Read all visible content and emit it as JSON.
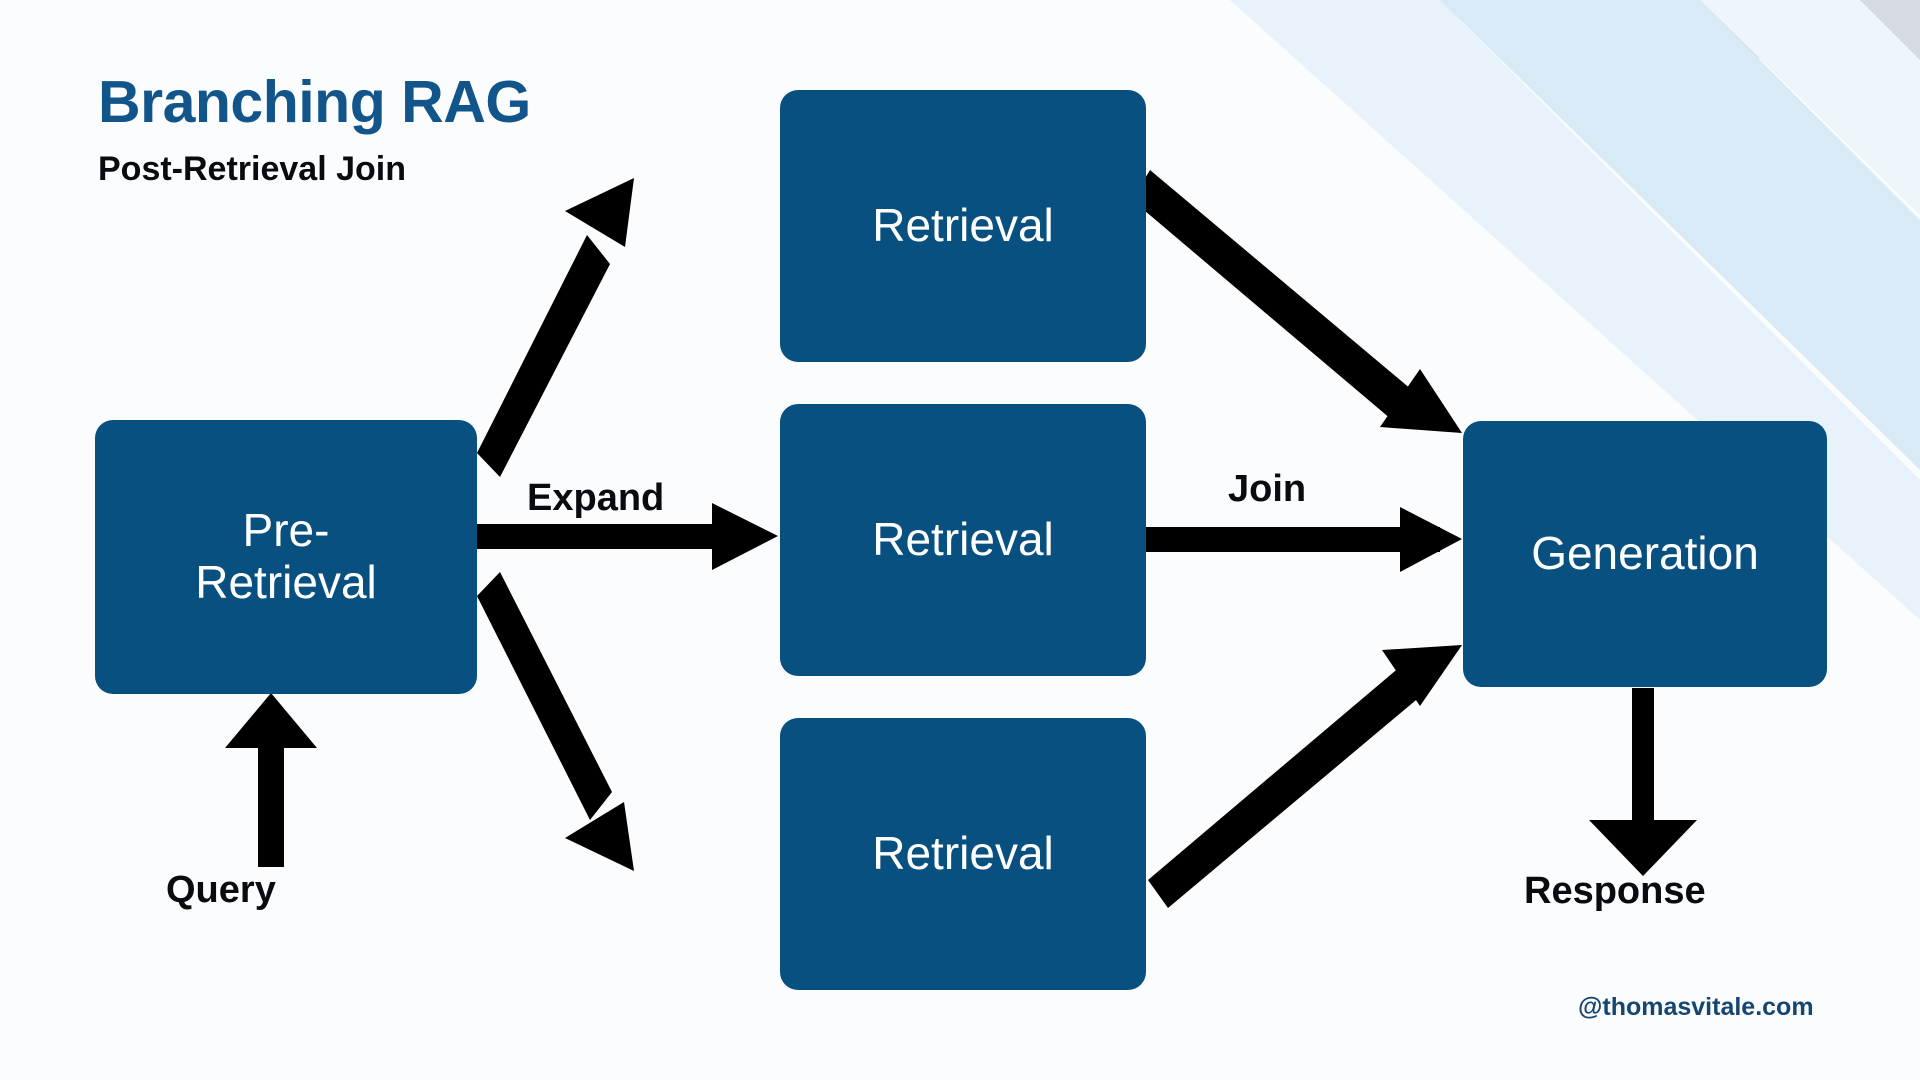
{
  "title": {
    "main": "Branching RAG",
    "sub": "Post-Retrieval Join"
  },
  "nodes": [
    {
      "id": "pre-retrieval",
      "label": "Pre-\nRetrieval"
    },
    {
      "id": "retrieval-1",
      "label": "Retrieval"
    },
    {
      "id": "retrieval-2",
      "label": "Retrieval"
    },
    {
      "id": "retrieval-3",
      "label": "Retrieval"
    },
    {
      "id": "generation",
      "label": "Generation"
    }
  ],
  "node_labels": {
    "pre_retrieval_line1": "Pre-",
    "pre_retrieval_line2": "Retrieval",
    "retrieval_1": "Retrieval",
    "retrieval_2": "Retrieval",
    "retrieval_3": "Retrieval",
    "generation": "Generation"
  },
  "edge_labels": {
    "expand": "Expand",
    "join": "Join"
  },
  "io_labels": {
    "query": "Query",
    "response": "Response"
  },
  "watermark": "@thomasvitale.com",
  "colors": {
    "background": "#fbfcfd",
    "node_fill": "#08507f",
    "node_text": "#ffffff",
    "title_blue": "#12558a",
    "label_black": "#080c10",
    "arrow_magenta": "#a514569",
    "ribbon_light": "#e4f0fa",
    "ribbon_mid": "#d2e5f3",
    "ribbon_grey": "#cfd6dc",
    "watermark_blue": "#14466f"
  }
}
